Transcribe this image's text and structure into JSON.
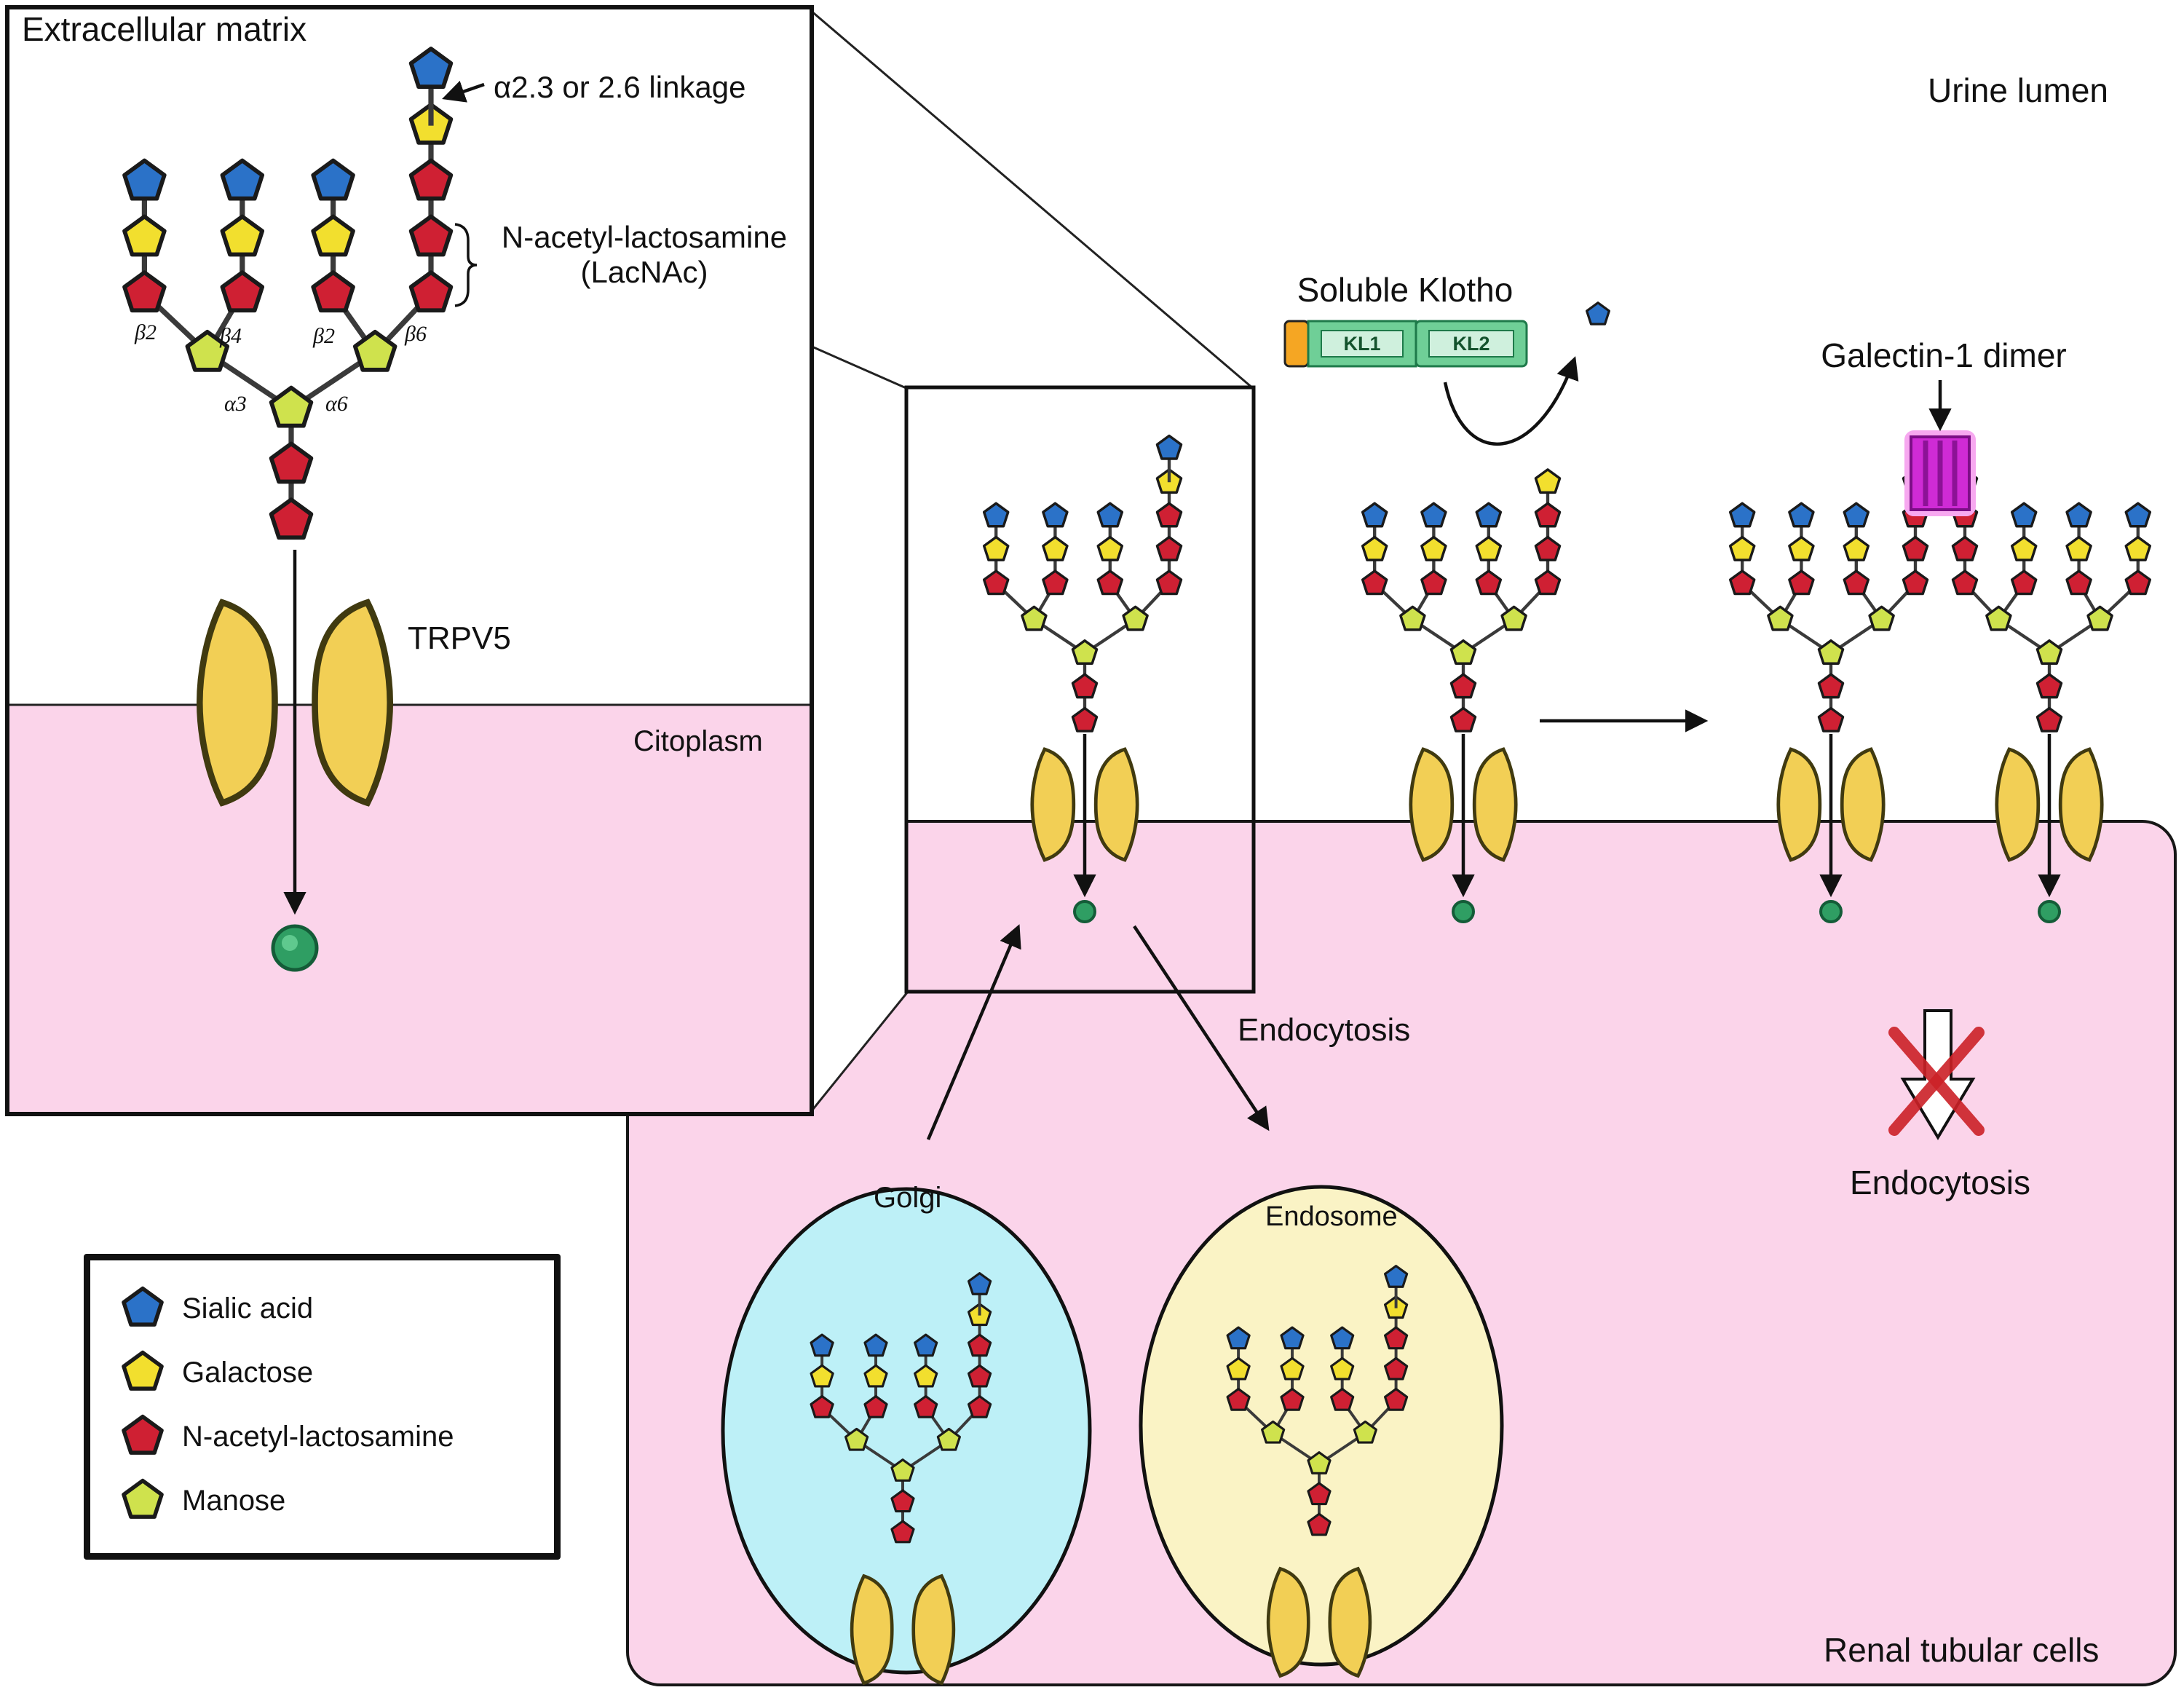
{
  "labels": {
    "extracellular_matrix": "Extracellular matrix",
    "urine_lumen": "Urine lumen",
    "linkage": "α2.3 or 2.6 linkage",
    "lacnac_line1": "N-acetyl-lactosamine",
    "lacnac_line2": "(LacNAc)",
    "trpv5": "TRPV5",
    "citoplasm": "Citoplasm",
    "soluble_klotho": "Soluble Klotho",
    "kl1": "KL1",
    "kl2": "KL2",
    "galectin_dimer": "Galectin-1 dimer",
    "endocytosis": "Endocytosis",
    "endocytosis_blocked": "Endocytosis",
    "golgi": "Golgi",
    "endosome": "Endosome",
    "renal_tubular_cells": "Renal tubular cells"
  },
  "glycan_branch_labels": {
    "beta2_left": "β2",
    "beta4": "β4",
    "beta2_right": "β2",
    "beta6": "β6",
    "alpha3": "α3",
    "alpha6": "α6"
  },
  "legend": {
    "items": [
      {
        "label": "Sialic acid",
        "color": "#2b72c8"
      },
      {
        "label": "Galactose",
        "color": "#f2df2e"
      },
      {
        "label": "N-acetyl-lactosamine",
        "color": "#cf2033"
      },
      {
        "label": "Manose",
        "color": "#cfe24d"
      }
    ]
  },
  "colors": {
    "cytoplasm_pink": "#fbd4ea",
    "golgi_cyan": "#bdf0f7",
    "endosome_yellow": "#faf3c5",
    "channel_yellow": "#f2cf55",
    "galectin_magenta": "#cf2bd5",
    "klotho_green": "#6fcf97",
    "klotho_orange": "#f5a623",
    "ion_green": "#2f9e63"
  }
}
